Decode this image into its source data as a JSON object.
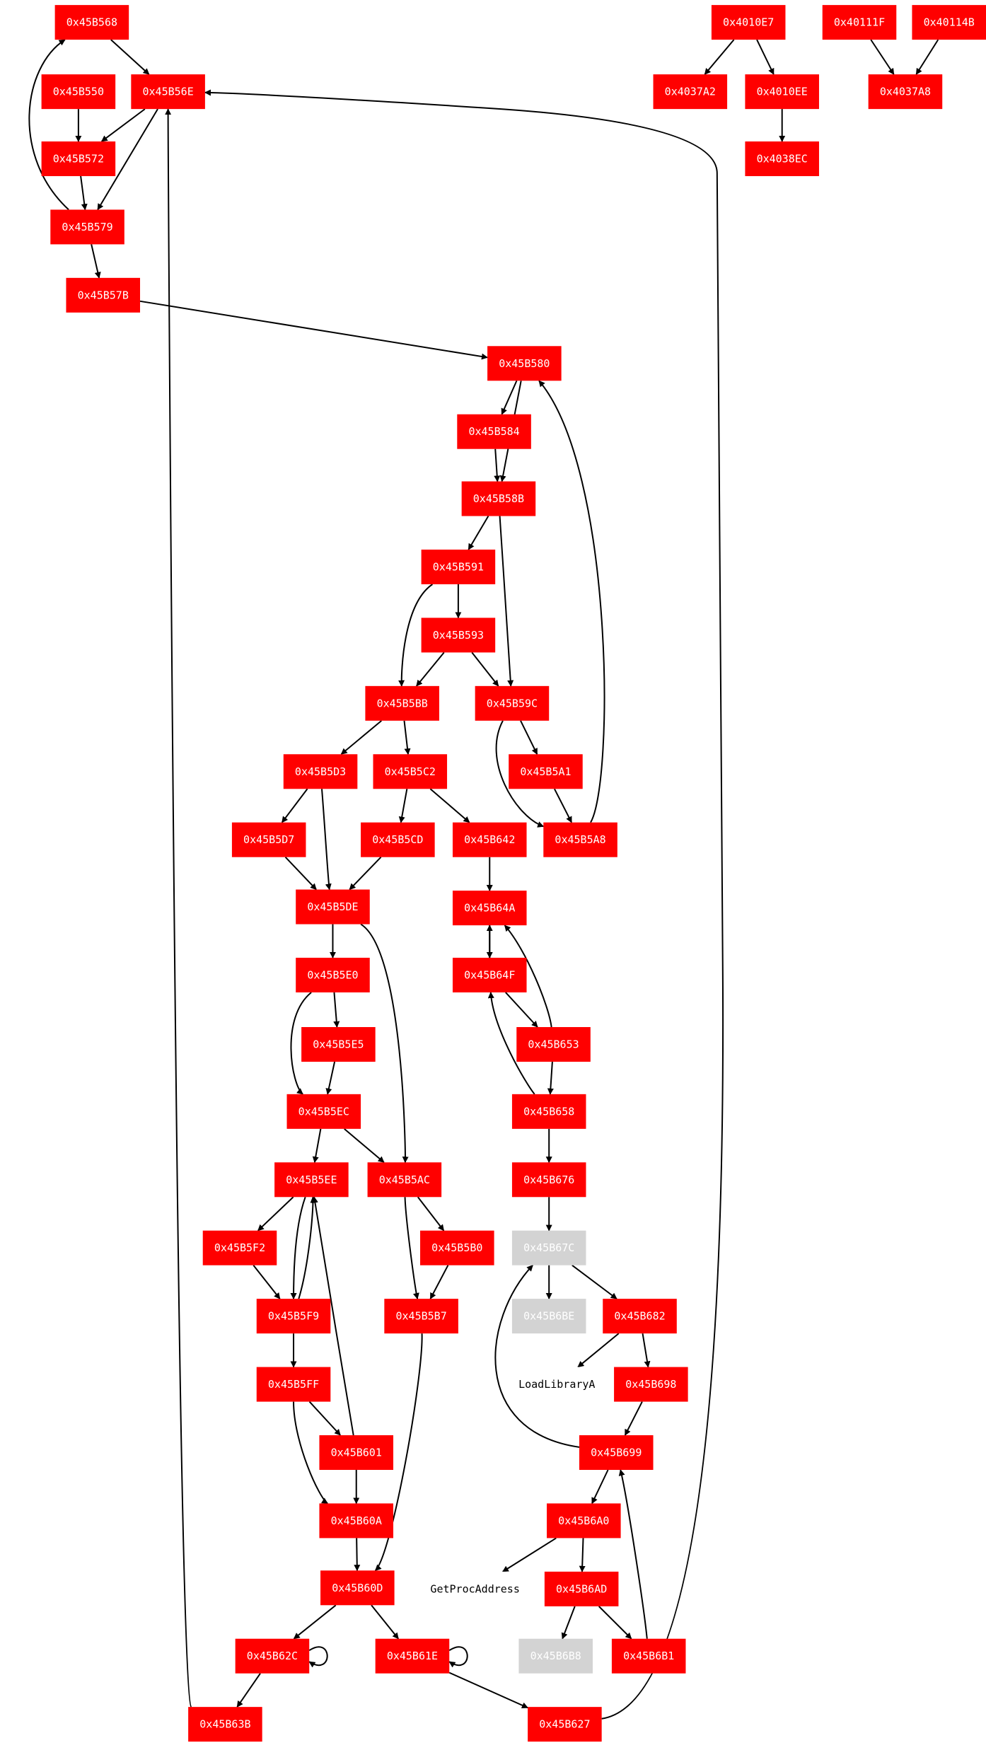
{
  "colors": {
    "red_fill": "#ff0000",
    "red_text": "#ffffff",
    "gray_fill": "#d3d3d3",
    "gray_text": "#ffffff",
    "api_fill": "#ffffff",
    "api_stroke": "#0000ff",
    "api_text": "#000000",
    "edge": "#000000"
  },
  "nodes": [
    {
      "id": "n568",
      "label": "0x45B568",
      "style": "red"
    },
    {
      "id": "n550",
      "label": "0x45B550",
      "style": "red"
    },
    {
      "id": "n56E",
      "label": "0x45B56E",
      "style": "red"
    },
    {
      "id": "n572",
      "label": "0x45B572",
      "style": "red"
    },
    {
      "id": "n579",
      "label": "0x45B579",
      "style": "red"
    },
    {
      "id": "n57B",
      "label": "0x45B57B",
      "style": "red"
    },
    {
      "id": "n580",
      "label": "0x45B580",
      "style": "red"
    },
    {
      "id": "n584",
      "label": "0x45B584",
      "style": "red"
    },
    {
      "id": "n58B",
      "label": "0x45B58B",
      "style": "red"
    },
    {
      "id": "n591",
      "label": "0x45B591",
      "style": "red"
    },
    {
      "id": "n593",
      "label": "0x45B593",
      "style": "red"
    },
    {
      "id": "n5BB",
      "label": "0x45B5BB",
      "style": "red"
    },
    {
      "id": "n59C",
      "label": "0x45B59C",
      "style": "red"
    },
    {
      "id": "n5D3",
      "label": "0x45B5D3",
      "style": "red"
    },
    {
      "id": "n5C2",
      "label": "0x45B5C2",
      "style": "red"
    },
    {
      "id": "n5A1",
      "label": "0x45B5A1",
      "style": "red"
    },
    {
      "id": "n5D7",
      "label": "0x45B5D7",
      "style": "red"
    },
    {
      "id": "n5CD",
      "label": "0x45B5CD",
      "style": "red"
    },
    {
      "id": "n642",
      "label": "0x45B642",
      "style": "red"
    },
    {
      "id": "n5A8",
      "label": "0x45B5A8",
      "style": "red"
    },
    {
      "id": "n5DE",
      "label": "0x45B5DE",
      "style": "red"
    },
    {
      "id": "n64A",
      "label": "0x45B64A",
      "style": "red"
    },
    {
      "id": "n5E0",
      "label": "0x45B5E0",
      "style": "red"
    },
    {
      "id": "n64F",
      "label": "0x45B64F",
      "style": "red"
    },
    {
      "id": "n5E5",
      "label": "0x45B5E5",
      "style": "red"
    },
    {
      "id": "n653",
      "label": "0x45B653",
      "style": "red"
    },
    {
      "id": "n5EC",
      "label": "0x45B5EC",
      "style": "red"
    },
    {
      "id": "n658",
      "label": "0x45B658",
      "style": "red"
    },
    {
      "id": "n5EE",
      "label": "0x45B5EE",
      "style": "red"
    },
    {
      "id": "n5AC",
      "label": "0x45B5AC",
      "style": "red"
    },
    {
      "id": "n676",
      "label": "0x45B676",
      "style": "red"
    },
    {
      "id": "n5F2",
      "label": "0x45B5F2",
      "style": "red"
    },
    {
      "id": "n5B0",
      "label": "0x45B5B0",
      "style": "red"
    },
    {
      "id": "n67C",
      "label": "0x45B67C",
      "style": "gray"
    },
    {
      "id": "n5F9",
      "label": "0x45B5F9",
      "style": "red"
    },
    {
      "id": "n5B7",
      "label": "0x45B5B7",
      "style": "red"
    },
    {
      "id": "n6BE",
      "label": "0x45B6BE",
      "style": "gray"
    },
    {
      "id": "n682",
      "label": "0x45B682",
      "style": "red"
    },
    {
      "id": "n5FF",
      "label": "0x45B5FF",
      "style": "red"
    },
    {
      "id": "nLLA",
      "label": "LoadLibraryA",
      "style": "api"
    },
    {
      "id": "n698",
      "label": "0x45B698",
      "style": "red"
    },
    {
      "id": "n601",
      "label": "0x45B601",
      "style": "red"
    },
    {
      "id": "n699",
      "label": "0x45B699",
      "style": "red"
    },
    {
      "id": "n60A",
      "label": "0x45B60A",
      "style": "red"
    },
    {
      "id": "n6A0",
      "label": "0x45B6A0",
      "style": "red"
    },
    {
      "id": "n60D",
      "label": "0x45B60D",
      "style": "red"
    },
    {
      "id": "nGPA",
      "label": "GetProcAddress",
      "style": "api"
    },
    {
      "id": "n6AD",
      "label": "0x45B6AD",
      "style": "red"
    },
    {
      "id": "n62C",
      "label": "0x45B62C",
      "style": "red"
    },
    {
      "id": "n61E",
      "label": "0x45B61E",
      "style": "red"
    },
    {
      "id": "n6B8",
      "label": "0x45B6B8",
      "style": "gray"
    },
    {
      "id": "n6B1",
      "label": "0x45B6B1",
      "style": "red"
    },
    {
      "id": "n63B",
      "label": "0x45B63B",
      "style": "red"
    },
    {
      "id": "n627",
      "label": "0x45B627",
      "style": "red"
    },
    {
      "id": "n10E7",
      "label": "0x4010E7",
      "style": "red"
    },
    {
      "id": "n111F",
      "label": "0x40111F",
      "style": "red"
    },
    {
      "id": "n114B",
      "label": "0x40114B",
      "style": "red"
    },
    {
      "id": "n37A2",
      "label": "0x4037A2",
      "style": "red"
    },
    {
      "id": "n10EE",
      "label": "0x4010EE",
      "style": "red"
    },
    {
      "id": "n37A8",
      "label": "0x4037A8",
      "style": "red"
    },
    {
      "id": "n38EC",
      "label": "0x4038EC",
      "style": "red"
    }
  ],
  "edges": [
    [
      "n568",
      "n56E"
    ],
    [
      "n550",
      "n572"
    ],
    [
      "n56E",
      "n572"
    ],
    [
      "n56E",
      "n579"
    ],
    [
      "n572",
      "n579"
    ],
    [
      "n579",
      "n568"
    ],
    [
      "n579",
      "n57B"
    ],
    [
      "n57B",
      "n580"
    ],
    [
      "n627",
      "n56E"
    ],
    [
      "n63B",
      "n56E"
    ],
    [
      "n580",
      "n584"
    ],
    [
      "n580",
      "n58B"
    ],
    [
      "n584",
      "n58B"
    ],
    [
      "n58B",
      "n591"
    ],
    [
      "n58B",
      "n59C"
    ],
    [
      "n591",
      "n593"
    ],
    [
      "n591",
      "n5BB"
    ],
    [
      "n593",
      "n5BB"
    ],
    [
      "n593",
      "n59C"
    ],
    [
      "n59C",
      "n5A1"
    ],
    [
      "n59C",
      "n5A8"
    ],
    [
      "n5A1",
      "n5A8"
    ],
    [
      "n5A8",
      "n580"
    ],
    [
      "n5BB",
      "n5D3"
    ],
    [
      "n5BB",
      "n5C2"
    ],
    [
      "n5D3",
      "n5D7"
    ],
    [
      "n5D3",
      "n5DE"
    ],
    [
      "n5D7",
      "n5DE"
    ],
    [
      "n5C2",
      "n5CD"
    ],
    [
      "n5C2",
      "n642"
    ],
    [
      "n5CD",
      "n5DE"
    ],
    [
      "n5DE",
      "n5E0"
    ],
    [
      "n5DE",
      "n5AC"
    ],
    [
      "n5E0",
      "n5E5"
    ],
    [
      "n5E0",
      "n5EC"
    ],
    [
      "n5E5",
      "n5EC"
    ],
    [
      "n5EC",
      "n5EE"
    ],
    [
      "n5EC",
      "n5AC"
    ],
    [
      "n5EE",
      "n5F2"
    ],
    [
      "n5EE",
      "n5F9"
    ],
    [
      "n5F2",
      "n5F9"
    ],
    [
      "n5F9",
      "n5EE"
    ],
    [
      "n5F9",
      "n5FF"
    ],
    [
      "n5FF",
      "n601"
    ],
    [
      "n5FF",
      "n60A"
    ],
    [
      "n601",
      "n5EE"
    ],
    [
      "n601",
      "n60A"
    ],
    [
      "n60A",
      "n60D"
    ],
    [
      "n5AC",
      "n5B0"
    ],
    [
      "n5AC",
      "n5B7"
    ],
    [
      "n5B0",
      "n5B7"
    ],
    [
      "n5B7",
      "n60D"
    ],
    [
      "n60D",
      "n62C"
    ],
    [
      "n60D",
      "n61E"
    ],
    [
      "n62C",
      "n62C"
    ],
    [
      "n62C",
      "n63B"
    ],
    [
      "n61E",
      "n61E"
    ],
    [
      "n61E",
      "n627"
    ],
    [
      "n642",
      "n64A"
    ],
    [
      "n64A",
      "n64F"
    ],
    [
      "n64F",
      "n64A"
    ],
    [
      "n64F",
      "n653"
    ],
    [
      "n653",
      "n64A"
    ],
    [
      "n653",
      "n658"
    ],
    [
      "n658",
      "n64F"
    ],
    [
      "n658",
      "n676"
    ],
    [
      "n676",
      "n67C"
    ],
    [
      "n67C",
      "n6BE"
    ],
    [
      "n67C",
      "n682"
    ],
    [
      "n682",
      "nLLA"
    ],
    [
      "n682",
      "n698"
    ],
    [
      "n698",
      "n699"
    ],
    [
      "n699",
      "n67C"
    ],
    [
      "n699",
      "n6A0"
    ],
    [
      "n6A0",
      "nGPA"
    ],
    [
      "n6A0",
      "n6AD"
    ],
    [
      "n6AD",
      "n6B8"
    ],
    [
      "n6AD",
      "n6B1"
    ],
    [
      "n6B1",
      "n699"
    ],
    [
      "n10E7",
      "n37A2"
    ],
    [
      "n10E7",
      "n10EE"
    ],
    [
      "n10EE",
      "n38EC"
    ],
    [
      "n111F",
      "n37A8"
    ],
    [
      "n114B",
      "n37A8"
    ]
  ]
}
